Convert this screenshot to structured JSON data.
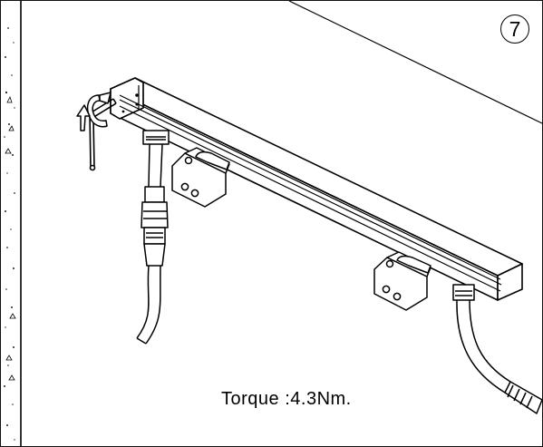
{
  "step": {
    "number": "7"
  },
  "annotation": {
    "torque_text": "Torque :4.3Nm."
  },
  "colors": {
    "line": "#000000",
    "background": "#ffffff"
  },
  "icons": {
    "step_badge": "circled-number",
    "rotation_arrow": "rotate-arrow-icon",
    "tool": "hex-key-icon"
  }
}
